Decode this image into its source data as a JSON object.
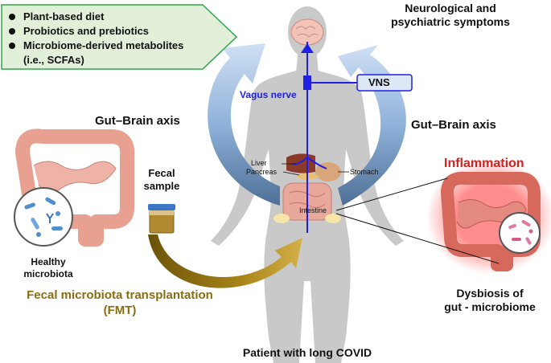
{
  "diet_box": {
    "items": [
      "Plant-based diet",
      "Probiotics and prebiotics",
      "Microbiome-derived metabolites",
      "(i.e., SCFAs)"
    ]
  },
  "labels": {
    "neuro_line1": "Neurological and",
    "neuro_line2": "psychiatric symptoms",
    "vns": "VNS",
    "vagus_nerve": "Vagus nerve",
    "gut_brain_left": "Gut–Brain axis",
    "gut_brain_right": "Gut–Brain axis",
    "liver": "Liver",
    "pancreas": "Pancreas",
    "stomach": "Stomach",
    "intestine": "Intestine",
    "fecal_line1": "Fecal",
    "fecal_line2": "sample",
    "healthy_line1": "Healthy",
    "healthy_line2": "microbiota",
    "fmt_line1": "Fecal microbiota transplantation",
    "fmt_line2": "(FMT)",
    "inflammation": "Inflammation",
    "dysbiosis_line1": "Dysbiosis  of",
    "dysbiosis_line2": "gut - microbiome",
    "patient": "Patient with long COVID"
  },
  "colors": {
    "box_fill": "#e2f0d9",
    "box_border": "#2ea84a",
    "vagus_blue": "#1f1fe6",
    "fmt_gold": "#8a6d10",
    "inflammation_red": "#d42020",
    "body_gray": "#c9c9c9",
    "axis_arrow_blue": "#a9c6e6"
  }
}
